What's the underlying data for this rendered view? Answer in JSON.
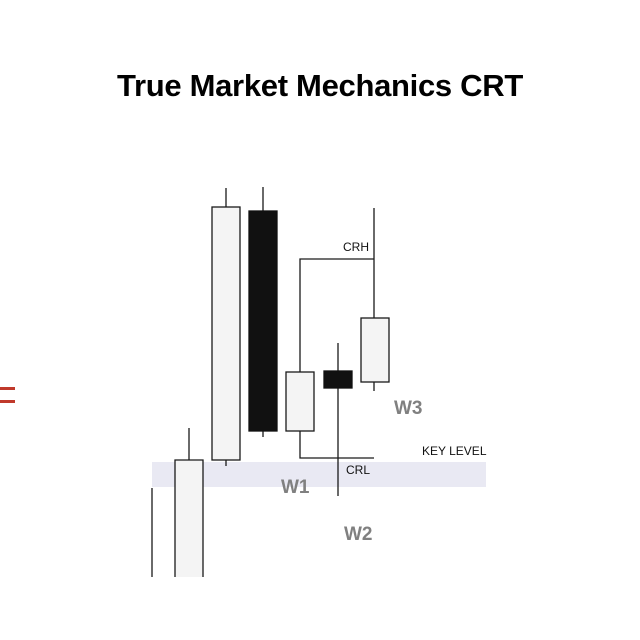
{
  "title": "True Market Mechanics CRT",
  "labels": {
    "crh": "CRH",
    "crl": "CRL",
    "key_level": "KEY LEVEL",
    "w1": "W1",
    "w2": "W2",
    "w3": "W3"
  },
  "colors": {
    "bull_fill": "#f4f4f4",
    "bear_fill": "#111111",
    "outline": "#1a1a1a",
    "key_zone": "#e9e9f3",
    "wave_label": "#808080",
    "accent_red": "#c0392b"
  }
}
